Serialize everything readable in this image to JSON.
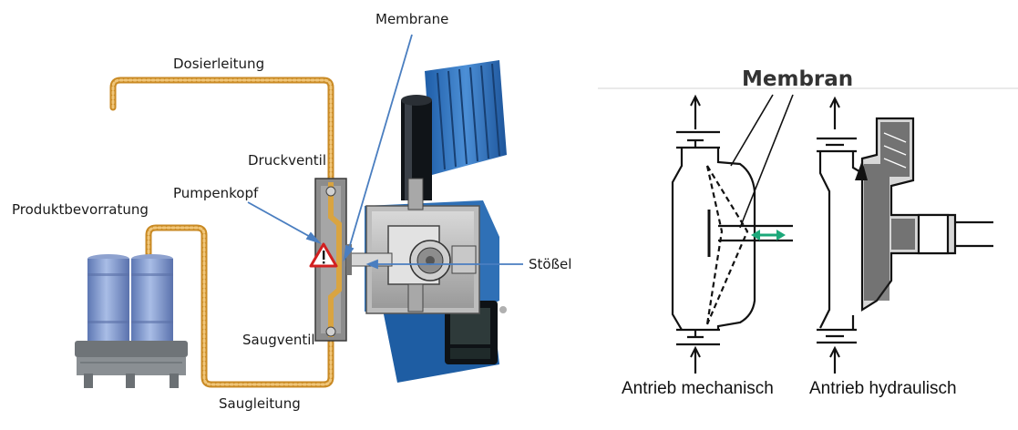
{
  "left_diagram": {
    "labels": {
      "membrane": "Membrane",
      "dosing_line": "Dosierleitung",
      "pressure_valve": "Druckventil",
      "pump_head": "Pumpenkopf",
      "product_storage": "Produktbevorratung",
      "plunger": "Stößel",
      "suction_valve": "Saugventil",
      "suction_line": "Saugleitung"
    },
    "colors": {
      "pipe": "#d9a441",
      "drum": "#7f97c9",
      "motor": "#2d6fb8",
      "arrow": "#4a7ec0"
    }
  },
  "right_diagram": {
    "title": "Membran",
    "caption_mechanical": "Antrieb mechanisch",
    "caption_hydraulic": "Antrieb hydraulisch",
    "colors": {
      "double_arrow": "#1ca87a"
    }
  }
}
